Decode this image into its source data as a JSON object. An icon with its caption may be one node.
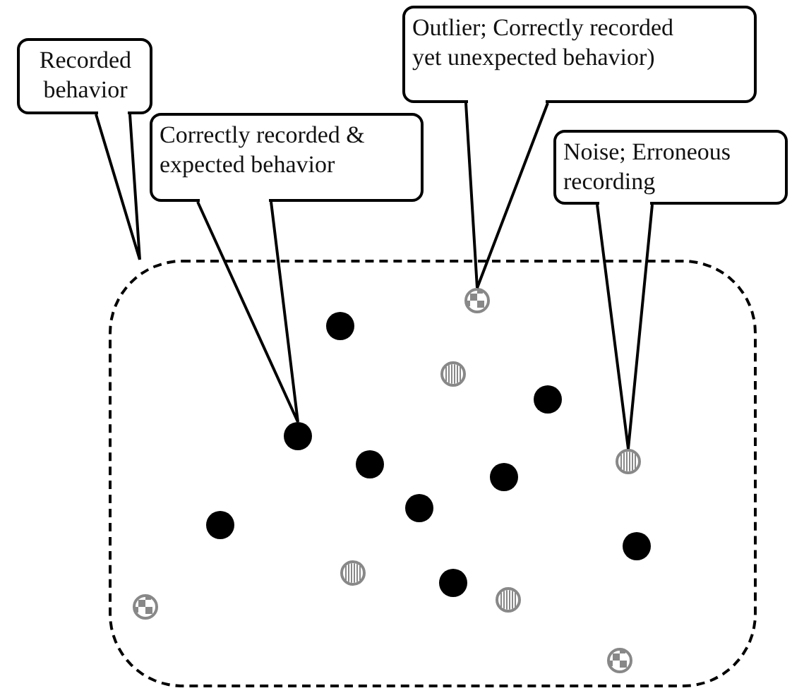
{
  "diagram": {
    "nodes": [
      {
        "text": [
          "Recorded behavior"
        ]
      },
      {
        "text": [
          "Correctly recorded & expected behavior"
        ]
      },
      {
        "text": [
          "Outlier; Correctly recorded yet unexpected behavior)"
        ]
      },
      {
        "text": [
          "Noise; Erroneous recording"
        ]
      },
      {
        "text": [],
        "shape": "box"
      },
      {
        "text": [],
        "shape": "circle",
        "in": 4
      },
      {
        "text": [],
        "shape": "circle",
        "in": 4
      },
      {
        "text": [],
        "shape": "circle",
        "in": 4
      },
      {
        "text": [],
        "shape": "circle",
        "in": 4
      },
      {
        "text": [],
        "shape": "circle",
        "in": 4
      },
      {
        "text": [],
        "shape": "circle",
        "in": 4
      },
      {
        "text": [],
        "shape": "circle",
        "in": 4
      },
      {
        "text": [],
        "shape": "circle",
        "in": 4
      },
      {
        "text": [],
        "shape": "circle",
        "in": 4
      },
      {
        "text": [],
        "shape": "circle",
        "in": 4
      },
      {
        "text": [],
        "shape": "circle",
        "in": 4
      },
      {
        "text": [],
        "shape": "circle",
        "in": 4
      },
      {
        "text": [],
        "shape": "circle",
        "in": 4
      },
      {
        "text": [],
        "shape": "circle",
        "in": 4
      },
      {
        "text": [],
        "shape": "circle",
        "in": 4
      },
      {
        "text": [],
        "shape": "circle",
        "in": 4
      }
    ],
    "edges": [
      {
        "from": 0,
        "to": 4,
        "arrow": "none"
      },
      {
        "from": 1,
        "to": 9,
        "arrow": "none"
      },
      {
        "from": 2,
        "to": 5,
        "arrow": "none"
      },
      {
        "from": 3,
        "to": 10,
        "arrow": "none"
      }
    ]
  }
}
